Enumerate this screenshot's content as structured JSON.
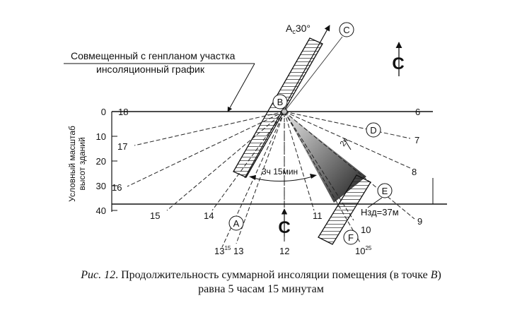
{
  "labels": {
    "azimuth": "A",
    "azimuth_sub": "с",
    "azimuth_value": "30°",
    "combined_line1": "Совмещенный с генпланом участка",
    "combined_line2": "инсоляционный график",
    "scale_axis_line1": "Условный масштаб",
    "scale_axis_line2": "высот зданий",
    "interval_label": "3ч 15мин",
    "hours_label": "2ч",
    "building_height": "Нзд=37м",
    "north_symbol": "С"
  },
  "points": [
    "A",
    "B",
    "C",
    "D",
    "E",
    "F"
  ],
  "scale_ticks": [
    "0",
    "10",
    "20",
    "30",
    "40"
  ],
  "hours": {
    "h18": "18",
    "h17": "17",
    "h16": "16",
    "h15": "15",
    "h14": "14",
    "h13": "13",
    "h13b": "13",
    "h13b_sup": "15",
    "h12": "12",
    "h11": "11",
    "h10": "10",
    "h10b": "10",
    "h10b_sup": "25",
    "h9": "9",
    "h8": "8",
    "h7": "7",
    "h6": "6"
  },
  "caption": {
    "fig": "Рис. 12",
    "text_before": ". Продолжительность суммарной инсоляции помещения (в точке ",
    "point": "B",
    "text_after": ")",
    "line2": "равна 5 часам 15 минутам"
  }
}
